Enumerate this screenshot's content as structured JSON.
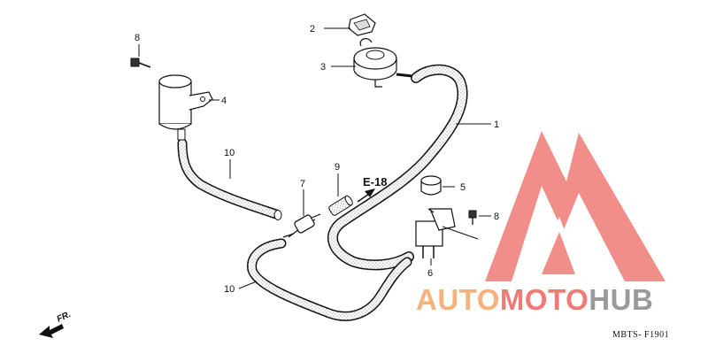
{
  "diagram": {
    "callouts": [
      {
        "id": "1",
        "text": "1"
      },
      {
        "id": "2",
        "text": "2"
      },
      {
        "id": "3",
        "text": "3"
      },
      {
        "id": "4",
        "text": "4"
      },
      {
        "id": "5",
        "text": "5"
      },
      {
        "id": "6",
        "text": "6"
      },
      {
        "id": "7",
        "text": "7"
      },
      {
        "id": "8a",
        "text": "8"
      },
      {
        "id": "8b",
        "text": "8"
      },
      {
        "id": "9",
        "text": "9"
      },
      {
        "id": "10a",
        "text": "10"
      },
      {
        "id": "10b",
        "text": "10"
      }
    ],
    "reference": "E-18",
    "direction": "FR.",
    "drawing_code": "MBTS- F1901"
  },
  "watermark": {
    "text_part1": "AUTO",
    "text_part2": "MOTO",
    "text_part3": "HUB",
    "colors": {
      "orange": "#f5b27a",
      "red": "#f07b76",
      "gray": "#9a9a9a"
    }
  }
}
